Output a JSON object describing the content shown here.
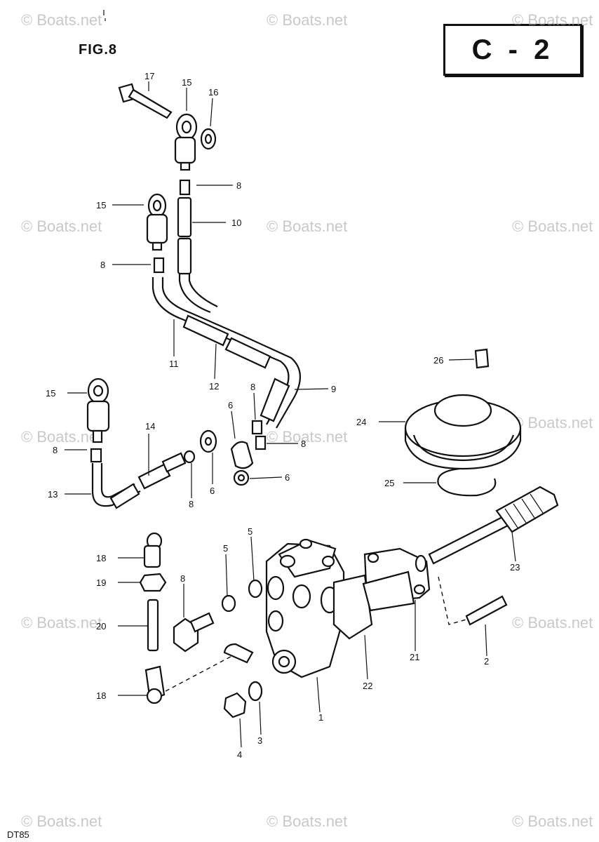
{
  "header": {
    "figure": "FIG.8",
    "sheet": "C - 2",
    "model": "DT85"
  },
  "watermark": "© Boats.net",
  "callouts": [
    "1",
    "2",
    "3",
    "4",
    "5",
    "5",
    "6",
    "6",
    "6",
    "8",
    "8",
    "8",
    "8",
    "8",
    "9",
    "10",
    "11",
    "12",
    "13",
    "14",
    "15",
    "15",
    "15",
    "16",
    "17",
    "18",
    "18",
    "19",
    "20",
    "21",
    "22",
    "23",
    "24",
    "25",
    "26"
  ]
}
